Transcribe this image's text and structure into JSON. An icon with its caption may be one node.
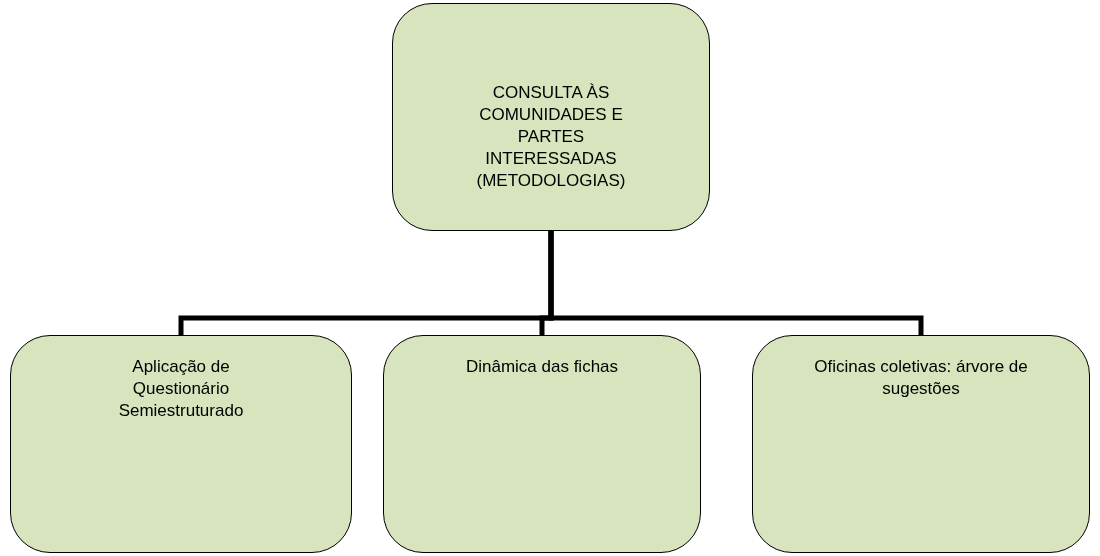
{
  "diagram": {
    "nodes": [
      {
        "text": [
          "CONSULTA ÀS COMUNIDADES E PARTES INTERESSADAS (METODOLOGIAS)"
        ]
      },
      {
        "text": [
          "Aplicação de Questionário Semiestruturado"
        ]
      },
      {
        "text": [
          "Dinâmica das fichas"
        ]
      },
      {
        "text": [
          "Oficinas coletivas: árvore de sugestões"
        ]
      }
    ],
    "edges": [
      {
        "from": 0,
        "to": 1,
        "arrow": "none"
      },
      {
        "from": 0,
        "to": 2,
        "arrow": "none"
      },
      {
        "from": 0,
        "to": 3,
        "arrow": "none"
      }
    ]
  }
}
